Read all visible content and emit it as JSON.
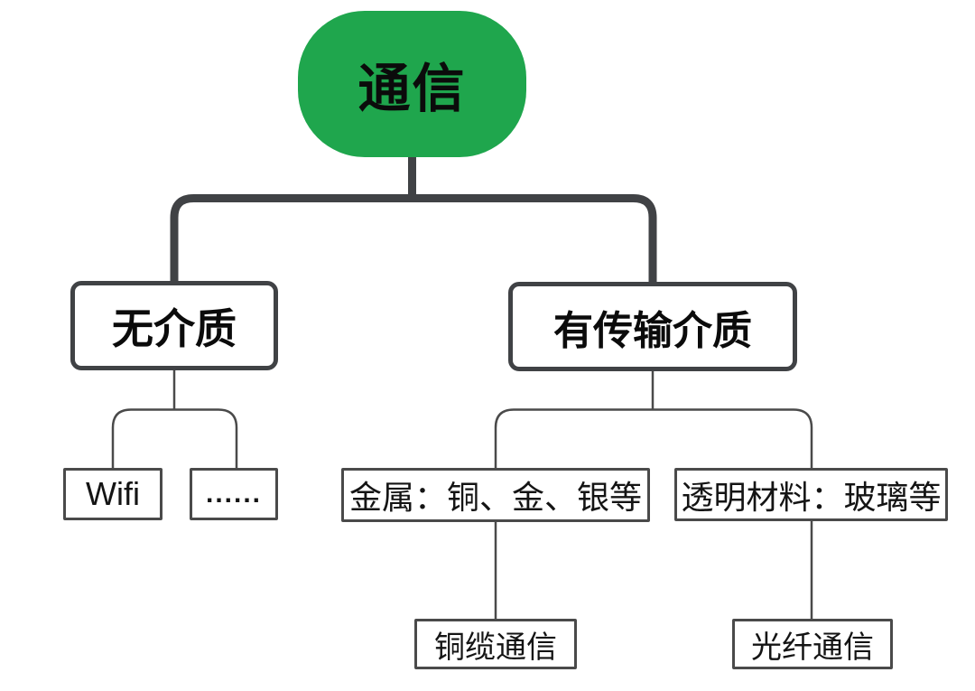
{
  "nodes": {
    "root": {
      "label": "通信"
    },
    "no_medium": {
      "label": "无介质"
    },
    "with_medium": {
      "label": "有传输介质"
    },
    "wifi": {
      "label": "Wifi"
    },
    "ellipsis": {
      "label": "......"
    },
    "metal": {
      "label": "金属：铜、金、银等"
    },
    "transparent": {
      "label": "透明材料：玻璃等"
    },
    "copper_cable": {
      "label": "铜缆通信"
    },
    "optical_fiber": {
      "label": "光纤通信"
    }
  },
  "colors": {
    "root_fill": "#1FA64D",
    "node_text": "#0B0B0B",
    "thick_connector": "#404245",
    "thin_connector": "#4A4A4A",
    "background": "#FFFFFF"
  }
}
